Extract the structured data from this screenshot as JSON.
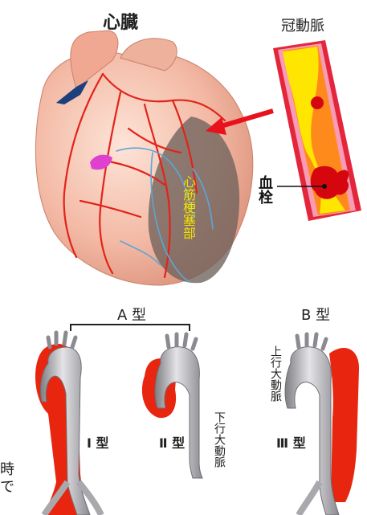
{
  "heart_title": "心臓",
  "coronary_title": "冠動脈",
  "thrombus_label": "血栓",
  "infarct_label": "心筋梗塞部",
  "type_a": "A 型",
  "type_b": "B 型",
  "type_1": "Ⅰ 型",
  "type_2": "Ⅱ 型",
  "type_3": "Ⅲ 型",
  "descending_aorta": "下行大動脈",
  "ascending_aorta": "上行大動脈",
  "cut_text_1": "時",
  "cut_text_2": "で",
  "colors": {
    "heart": "#f3b9a4",
    "artery": "#e2231a",
    "vein": "#5aa7d8",
    "infarct": "#7a6e66",
    "plaque": "#ffe600",
    "lumen": "#ff8a1c",
    "arrow": "#e8121c",
    "aorta": "#a9a9ad",
    "dissection": "#e8260f"
  }
}
